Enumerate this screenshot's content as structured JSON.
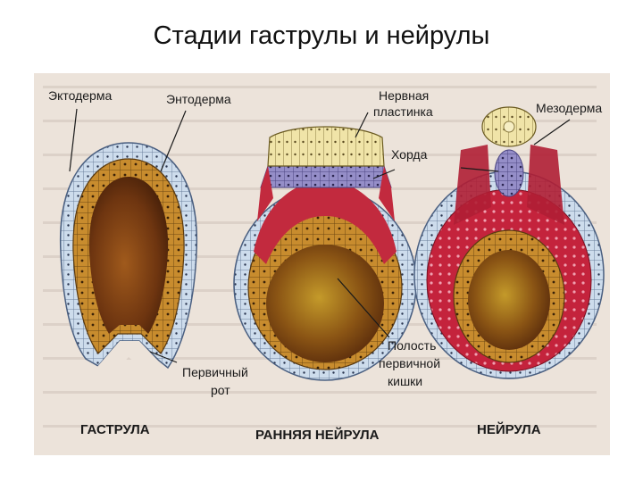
{
  "title": "Стадии гаструлы и нейрулы",
  "colors": {
    "background_paper": "#ece3da",
    "ectoderm": "#c9d9ea",
    "endoderm": "#c4882a",
    "cavity": "#7a3d12",
    "mesoderm": "#c0233a",
    "notochord": "#8f87c4",
    "neural_plate": "#efe4a6"
  },
  "labels": {
    "ectoderm": "Эктодерма",
    "endoderm": "Энтодерма",
    "neural_plate_line1": "Нервная",
    "neural_plate_line2": "пластинка",
    "mesoderm": "Мезодерма",
    "notochord": "Хорда",
    "blastopore_line1": "Первичный",
    "blastopore_line2": "рот",
    "gut_line1": "Полость",
    "gut_line2": "первичной",
    "gut_line3": "кишки"
  },
  "stages": {
    "gastrula": "ГАСТРУЛА",
    "early_neurula": "РАННЯЯ НЕЙРУЛА",
    "neurula": "НЕЙРУЛА"
  }
}
